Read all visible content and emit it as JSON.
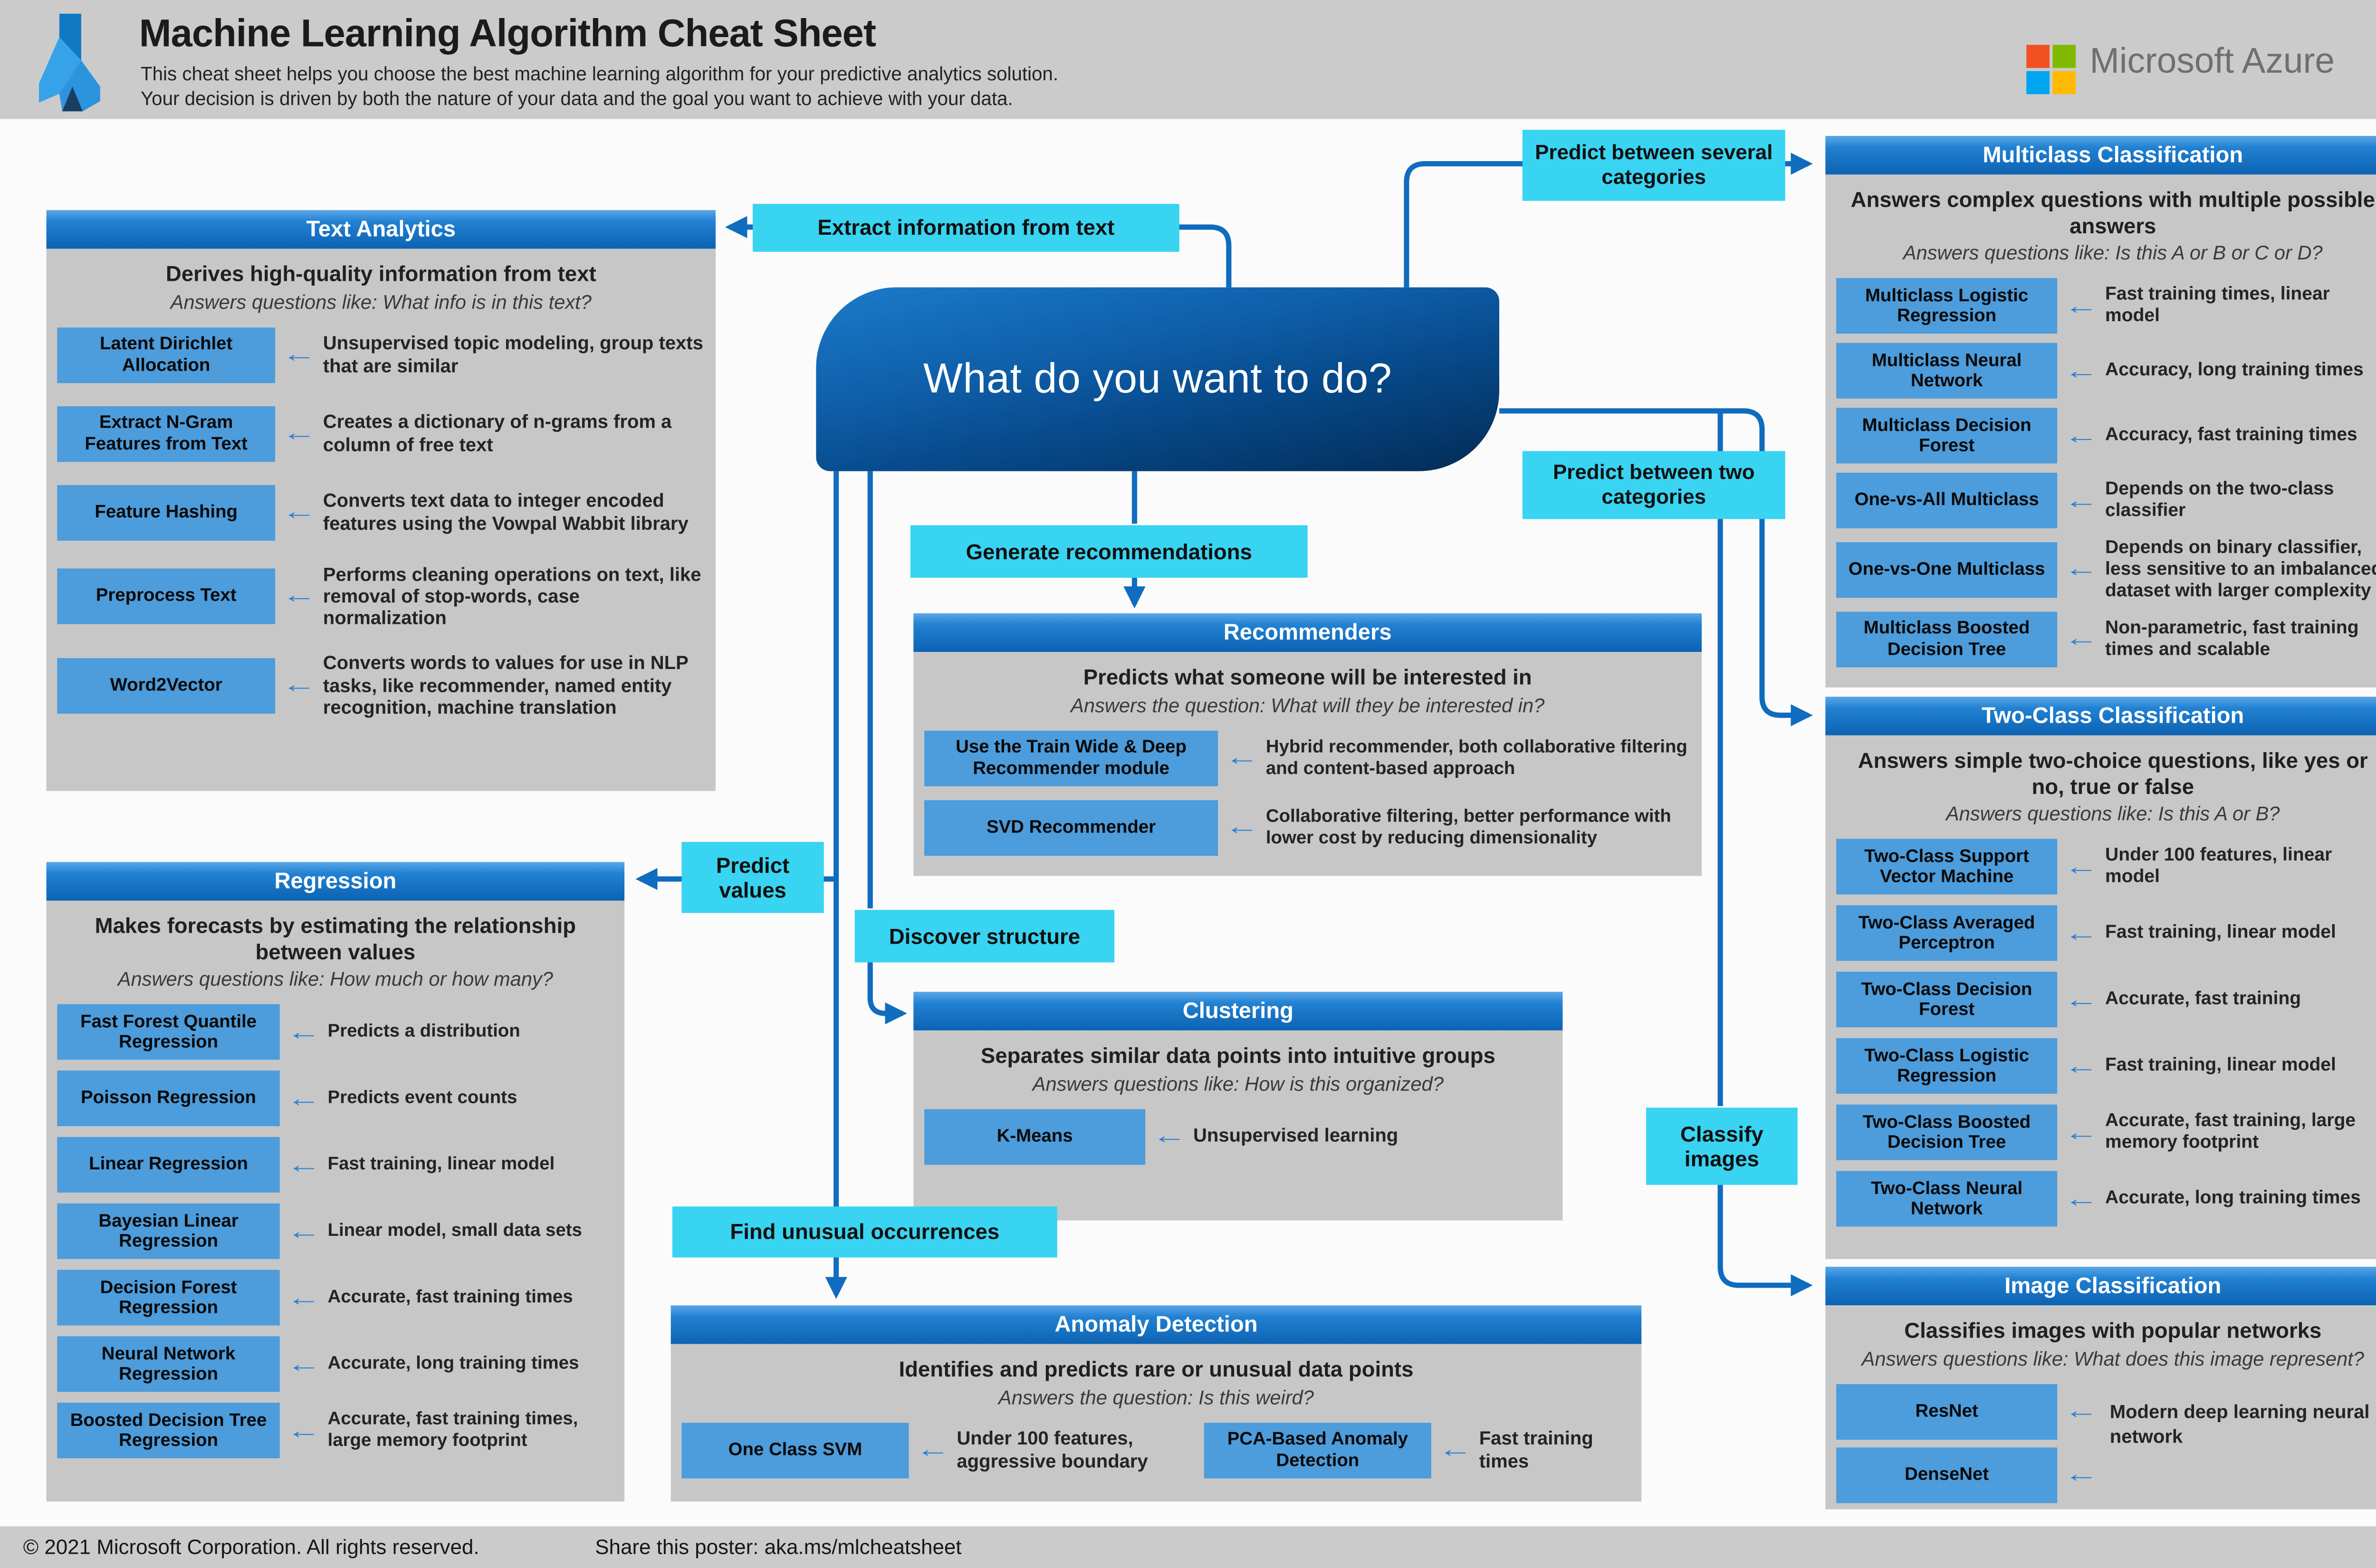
{
  "header": {
    "title": "Machine Learning Algorithm Cheat Sheet",
    "subtitle1": "This cheat sheet helps you choose the best machine learning algorithm for your predictive analytics solution.",
    "subtitle2": "Your decision is driven by both the nature of your data and the goal you want to achieve with your data.",
    "brand": "Microsoft Azure"
  },
  "center": {
    "question": "What do you want to do?"
  },
  "labels": {
    "extract_text": "Extract information from text",
    "predict_several": "Predict between several categories",
    "predict_two": "Predict between two categories",
    "generate_recommendations": "Generate recommendations",
    "predict_values": "Predict values",
    "discover_structure": "Discover structure",
    "find_unusual": "Find unusual occurrences",
    "classify_images": "Classify images"
  },
  "sections": {
    "text_analytics": {
      "title": "Text Analytics",
      "tagline": "Derives high-quality information from text",
      "question": "Answers questions like: What info is in this text?",
      "items": [
        {
          "label": "Latent Dirichlet Allocation",
          "desc": "Unsupervised topic modeling, group texts that are similar"
        },
        {
          "label": "Extract N-Gram Features from Text",
          "desc": "Creates a dictionary of n-grams from a column of free text"
        },
        {
          "label": "Feature Hashing",
          "desc": "Converts text data to integer encoded features using the Vowpal Wabbit library"
        },
        {
          "label": "Preprocess Text",
          "desc": "Performs cleaning operations on text, like removal of stop-words, case normalization"
        },
        {
          "label": "Word2Vector",
          "desc": "Converts words to values for use in NLP tasks, like recommender, named entity recognition, machine translation"
        }
      ]
    },
    "regression": {
      "title": "Regression",
      "tagline": "Makes forecasts by estimating the relationship between values",
      "question": "Answers questions like: How much or how many?",
      "items": [
        {
          "label": "Fast Forest Quantile Regression",
          "desc": "Predicts a distribution"
        },
        {
          "label": "Poisson Regression",
          "desc": "Predicts event counts"
        },
        {
          "label": "Linear Regression",
          "desc": "Fast training, linear model"
        },
        {
          "label": "Bayesian Linear Regression",
          "desc": "Linear model, small data sets"
        },
        {
          "label": "Decision Forest Regression",
          "desc": "Accurate, fast training times"
        },
        {
          "label": "Neural Network Regression",
          "desc": "Accurate, long training times"
        },
        {
          "label": "Boosted Decision Tree Regression",
          "desc": "Accurate, fast training times, large memory footprint"
        }
      ]
    },
    "recommenders": {
      "title": "Recommenders",
      "tagline": "Predicts what someone will be interested in",
      "question": "Answers the question: What will they be interested in?",
      "items": [
        {
          "label": "Use the Train Wide & Deep Recommender module",
          "desc": "Hybrid recommender, both collaborative filtering and content-based approach"
        },
        {
          "label": "SVD Recommender",
          "desc": "Collaborative filtering, better performance with lower cost by reducing dimensionality"
        }
      ]
    },
    "clustering": {
      "title": "Clustering",
      "tagline": "Separates similar data points into intuitive groups",
      "question": "Answers questions like: How is this organized?",
      "items": [
        {
          "label": "K-Means",
          "desc": "Unsupervised learning"
        }
      ]
    },
    "anomaly": {
      "title": "Anomaly Detection",
      "tagline": "Identifies and predicts rare or unusual data points",
      "question": "Answers the question: Is this weird?",
      "items": [
        {
          "label": "One Class SVM",
          "desc": "Under 100 features, aggressive boundary"
        },
        {
          "label": "PCA-Based Anomaly Detection",
          "desc": "Fast training times"
        }
      ]
    },
    "multiclass": {
      "title": "Multiclass Classification",
      "tagline": "Answers complex questions with multiple possible answers",
      "question": "Answers questions like: Is this A or B or C or D?",
      "items": [
        {
          "label": "Multiclass Logistic Regression",
          "desc": "Fast training times, linear model"
        },
        {
          "label": "Multiclass Neural Network",
          "desc": "Accuracy, long training times"
        },
        {
          "label": "Multiclass Decision Forest",
          "desc": "Accuracy, fast training times"
        },
        {
          "label": "One-vs-All Multiclass",
          "desc": "Depends on the two-class classifier"
        },
        {
          "label": "One-vs-One Multiclass",
          "desc": "Depends on binary classifier, less sensitive to an imbalanced dataset with larger complexity",
          "small": true
        },
        {
          "label": "Multiclass Boosted Decision Tree",
          "desc": "Non-parametric, fast training times and scalable"
        }
      ]
    },
    "two_class": {
      "title": "Two-Class Classification",
      "tagline": "Answers simple two-choice questions, like yes or no, true or false",
      "question": "Answers questions like: Is this A or B?",
      "items": [
        {
          "label": "Two-Class Support Vector Machine",
          "desc": "Under 100 features, linear model"
        },
        {
          "label": "Two-Class Averaged Perceptron",
          "desc": "Fast training, linear model"
        },
        {
          "label": "Two-Class Decision Forest",
          "desc": "Accurate, fast training"
        },
        {
          "label": "Two-Class Logistic Regression",
          "desc": "Fast training, linear model"
        },
        {
          "label": "Two-Class Boosted Decision Tree",
          "desc": "Accurate, fast training, large memory footprint"
        },
        {
          "label": "Two-Class Neural Network",
          "desc": "Accurate, long training times"
        }
      ]
    },
    "image_classification": {
      "title": "Image Classification",
      "tagline": "Classifies images with popular networks",
      "question": "Answers questions like: What does this image represent?",
      "shared_desc": "Modern deep learning neural network",
      "items": [
        {
          "label": "ResNet"
        },
        {
          "label": "DenseNet"
        }
      ]
    }
  },
  "footer": {
    "copyright": "© 2021 Microsoft Corporation. All rights reserved.",
    "share": "Share this poster: aka.ms/mlcheatsheet"
  },
  "icons": {
    "left_arrow": "←",
    "azure_ml": "flask-logo",
    "microsoft": "four-squares-logo"
  },
  "colors": {
    "connector_blue": "#0f6cbf",
    "box_blue": "#4d9cdb",
    "cyan_label": "#38d4f2",
    "section_header_top": "#5aa7e8",
    "section_header_bottom": "#0d62b2",
    "node_top": "#1b7bca",
    "node_bottom": "#032c55",
    "ms_red": "#f25022",
    "ms_green": "#7fba00",
    "ms_blue": "#00a4ef",
    "ms_yellow": "#ffb900"
  }
}
